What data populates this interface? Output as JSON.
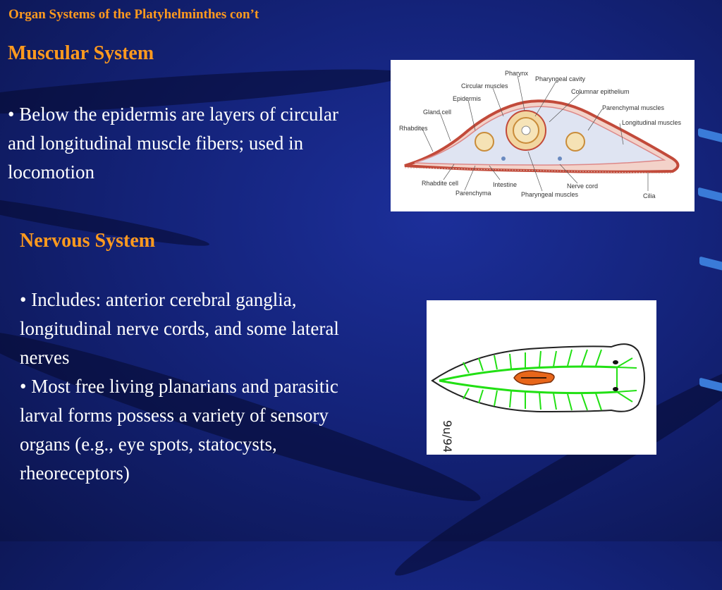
{
  "slide": {
    "title": "Organ Systems of the Platyhelminthes con’t"
  },
  "muscular": {
    "heading": "Muscular System",
    "bullets": [
      "• Below the epidermis are layers of circular and longitudinal muscle fibers; used in locomotion"
    ]
  },
  "nervous": {
    "heading": "Nervous System",
    "bullets": [
      "• Includes: anterior cerebral ganglia, longitudinal nerve cords, and some lateral nerves",
      "• Most free living planarians and parasitic larval forms possess a variety of sensory organs (e.g., eye spots, statocysts, rheoreceptors)"
    ]
  },
  "cross_section_figure": {
    "labels": {
      "pharynx": "Pharynx",
      "pharyngeal_cavity": "Pharyngeal cavity",
      "circular_muscles": "Circular muscles",
      "columnar_epithelium": "Columnar epithelium",
      "epidermis": "Epidermis",
      "parenchymal_muscles": "Parenchymal muscles",
      "gland_cell": "Gland cell",
      "longitudinal_muscles": "Longitudinal muscles",
      "rhabdites": "Rhabdites",
      "rhabdite_cell": "Rhabdite cell",
      "intestine": "Intestine",
      "nerve_cord": "Nerve cord",
      "parenchyma": "Parenchyma",
      "pharyngeal_muscles": "Pharyngeal muscles",
      "cilia": "Cilia"
    }
  },
  "nervous_figure": {
    "handwritten_note": "9u/94"
  },
  "colors": {
    "heading": "#ff9a1e",
    "text": "#ffffff",
    "background": "#14237a",
    "nerve": "#22e014",
    "pharynx": "#e8661a"
  }
}
